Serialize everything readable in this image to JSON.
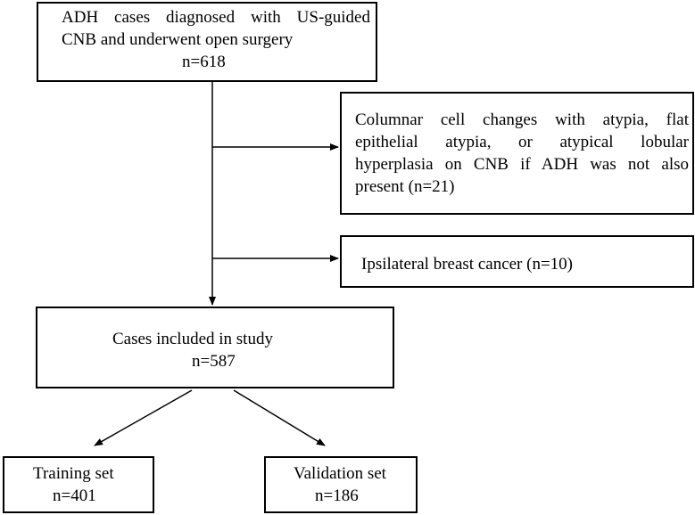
{
  "flowchart": {
    "source": {
      "lines": [
        "ADH cases diagnosed with US-guided",
        "CNB and underwent open surgery",
        "n=618"
      ]
    },
    "exclusion_1": {
      "lines": [
        "Columnar cell changes with atypia, flat",
        "epithelial atypia, or atypical lobular",
        "hyperplasia on CNB if ADH was not also",
        "present (n=21)"
      ]
    },
    "exclusion_2": {
      "lines": [
        "Ipsilateral breast cancer (n=10)"
      ]
    },
    "included": {
      "lines": [
        "Cases included in study",
        "n=587"
      ]
    },
    "training": {
      "lines": [
        "Training set",
        "n=401"
      ]
    },
    "validation": {
      "lines": [
        "Validation set",
        "n=186"
      ]
    }
  },
  "colors": {
    "stroke": "#000000",
    "background": "#ffffff"
  }
}
